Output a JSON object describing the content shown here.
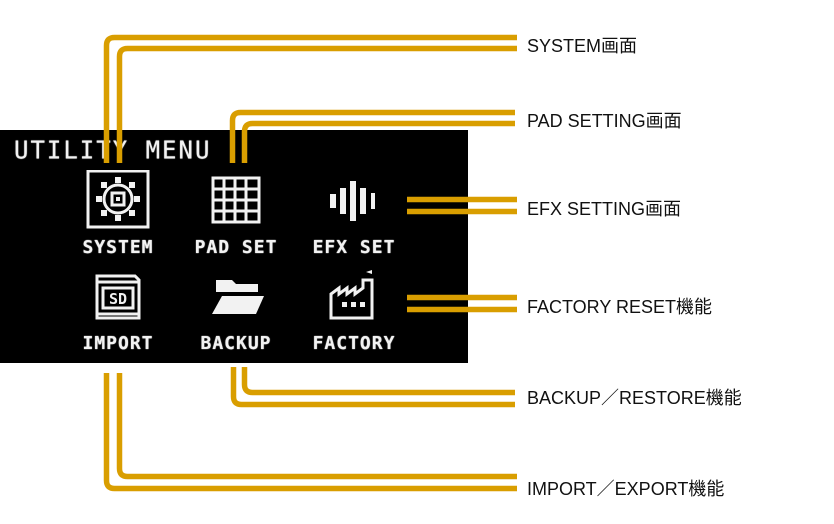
{
  "screen": {
    "title": "UTILITY MENU",
    "items": [
      {
        "label": "SYSTEM",
        "icon": "gear-icon"
      },
      {
        "label": "PAD SET",
        "icon": "pad-grid-icon"
      },
      {
        "label": "EFX SET",
        "icon": "waveform-icon"
      },
      {
        "label": "IMPORT",
        "icon": "sd-card-icon"
      },
      {
        "label": "BACKUP",
        "icon": "folder-icon"
      },
      {
        "label": "FACTORY",
        "icon": "factory-icon"
      }
    ]
  },
  "callouts": [
    {
      "label": "SYSTEM画面",
      "target": "SYSTEM"
    },
    {
      "label": "PAD SETTING画面",
      "target": "PAD SET"
    },
    {
      "label": "EFX SETTING画面",
      "target": "EFX SET"
    },
    {
      "label": "FACTORY RESET機能",
      "target": "FACTORY"
    },
    {
      "label": "BACKUP／RESTORE機能",
      "target": "BACKUP"
    },
    {
      "label": "IMPORT／EXPORT機能",
      "target": "IMPORT"
    }
  ],
  "colors": {
    "callout_line": "#D99E00",
    "screen_bg": "#000000",
    "screen_fg": "#F2F2F2"
  }
}
